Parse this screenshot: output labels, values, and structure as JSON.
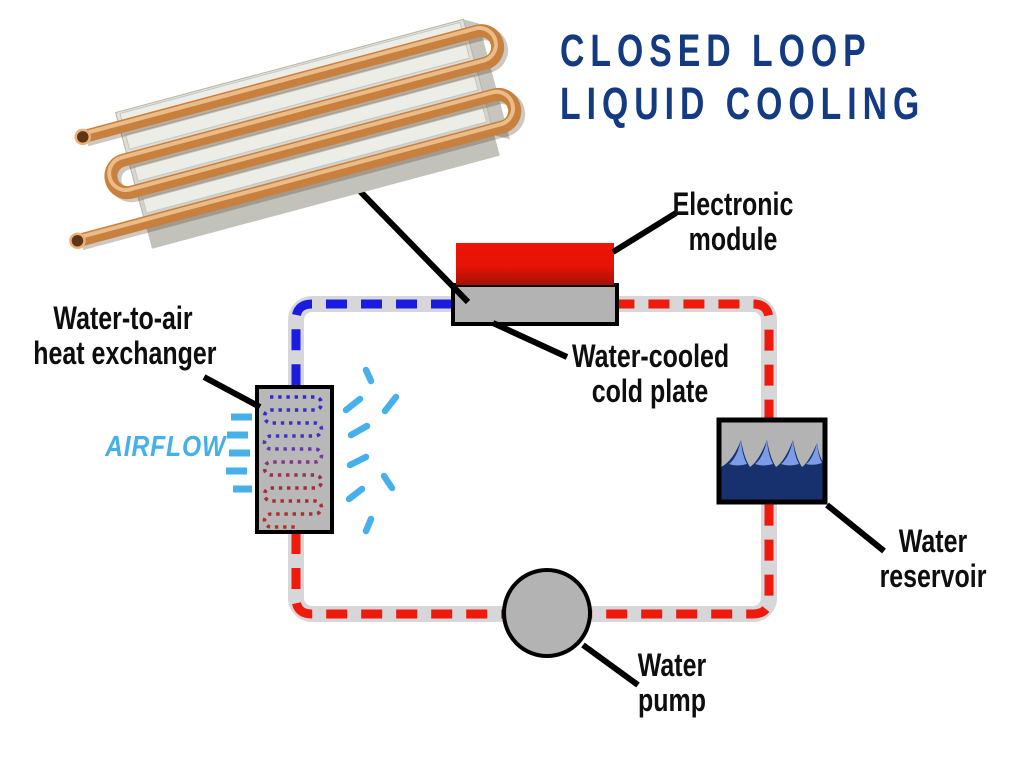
{
  "title": {
    "line1": "CLOSED LOOP",
    "line2": "LIQUID COOLING"
  },
  "labels": {
    "heat_exchanger_line1": "Water-to-air",
    "heat_exchanger_line2": "heat exchanger",
    "airflow": "AIRFLOW",
    "electronic_module_line1": "Electronic",
    "electronic_module_line2": "module",
    "cold_plate_line1": "Water-cooled",
    "cold_plate_line2": "cold plate",
    "reservoir_line1": "Water",
    "reservoir_line2": "reservoir",
    "pump_line1": "Water",
    "pump_line2": "pump"
  },
  "colors": {
    "title_navy": "#143a82",
    "label_black": "#0e0e0e",
    "airflow_blue": "#45b0ea",
    "pipe_gray": "#d7d7da",
    "hot_red_dash": "#ef1a0c",
    "cold_blue_dash": "#1c1ce0",
    "metal_gray": "#b3b3b3",
    "module_red": "#ee1507",
    "water_navy": "#17316f",
    "wave_highlight": "#7d9ce8",
    "copper": "#c8803f"
  }
}
